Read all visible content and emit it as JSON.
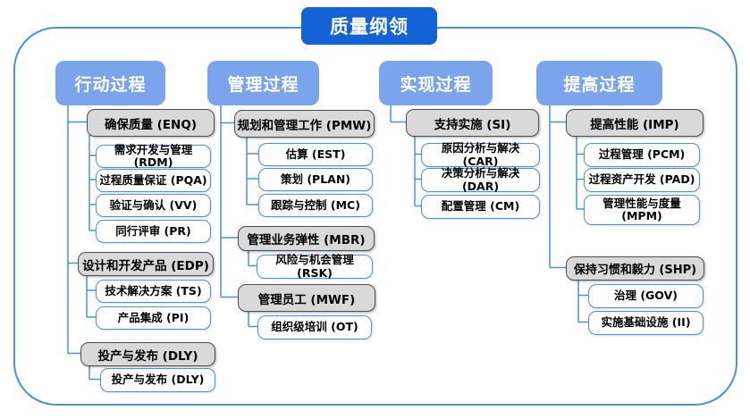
{
  "title": "质量纲领",
  "colors": {
    "title_bg": "#1463d6",
    "header_bg": "#7aa4ec",
    "line": "#4a90e2",
    "gray_fill": "#d9d9d9",
    "gray_border": "#4d4d4d",
    "white_border": "#4a90e2"
  },
  "columns": [
    {
      "header": "行动过程",
      "groups": [
        {
          "title": "确保质量 (ENQ)",
          "children": [
            "需求开发与管理 (RDM)",
            "过程质量保证 (PQA)",
            "验证与确认 (VV)",
            "同行评审 (PR)"
          ]
        },
        {
          "title": "设计和开发产品 (EDP)",
          "children": [
            "技术解决方案 (TS)",
            "产品集成 (PI)"
          ]
        },
        {
          "title": "投产与发布 (DLY)",
          "children": [
            "投产与发布 (DLY)"
          ]
        }
      ]
    },
    {
      "header": "管理过程",
      "groups": [
        {
          "title": "规划和管理工作 (PMW)",
          "children": [
            "估算 (EST)",
            "策划 (PLAN)",
            "跟踪与控制 (MC)"
          ]
        },
        {
          "title": "管理业务弹性 (MBR)",
          "children": [
            "风险与机会管理 (RSK)"
          ]
        },
        {
          "title": "管理员工 (MWF)",
          "children": [
            "组织级培训 (OT)"
          ]
        }
      ]
    },
    {
      "header": "实现过程",
      "groups": [
        {
          "title": "支持实施 (SI)",
          "children": [
            "原因分析与解决 (CAR)",
            "决策分析与解决 (DAR)",
            "配置管理 (CM)"
          ]
        }
      ]
    },
    {
      "header": "提高过程",
      "groups": [
        {
          "title": "提高性能 (IMP)",
          "children": [
            "过程管理 (PCM)",
            "过程资产开发 (PAD)",
            "管理性能与度量 (MPM)"
          ]
        },
        {
          "title": "保持习惯和毅力 (SHP)",
          "children": [
            "治理 (GOV)",
            "实施基础设施 (II)"
          ]
        }
      ]
    }
  ]
}
